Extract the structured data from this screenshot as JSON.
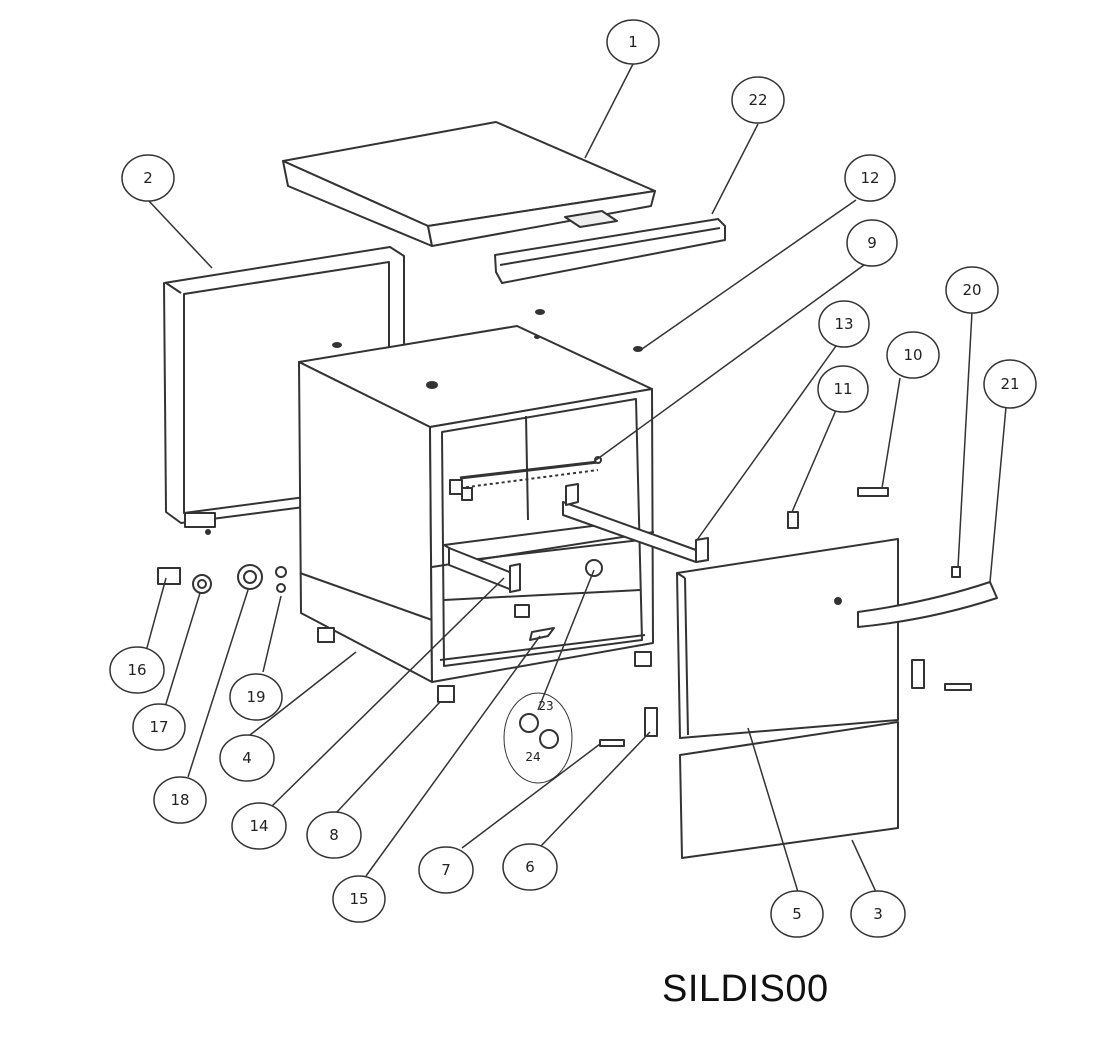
{
  "diagram": {
    "model_code": "SILDIS00",
    "callouts": [
      "1",
      "2",
      "3",
      "4",
      "5",
      "6",
      "7",
      "8",
      "9",
      "10",
      "11",
      "12",
      "13",
      "14",
      "15",
      "16",
      "17",
      "18",
      "19",
      "20",
      "21",
      "22",
      "23",
      "24"
    ],
    "colors": {
      "line": "#333333",
      "fill": "#ffffff",
      "background": "#ffffff"
    }
  }
}
